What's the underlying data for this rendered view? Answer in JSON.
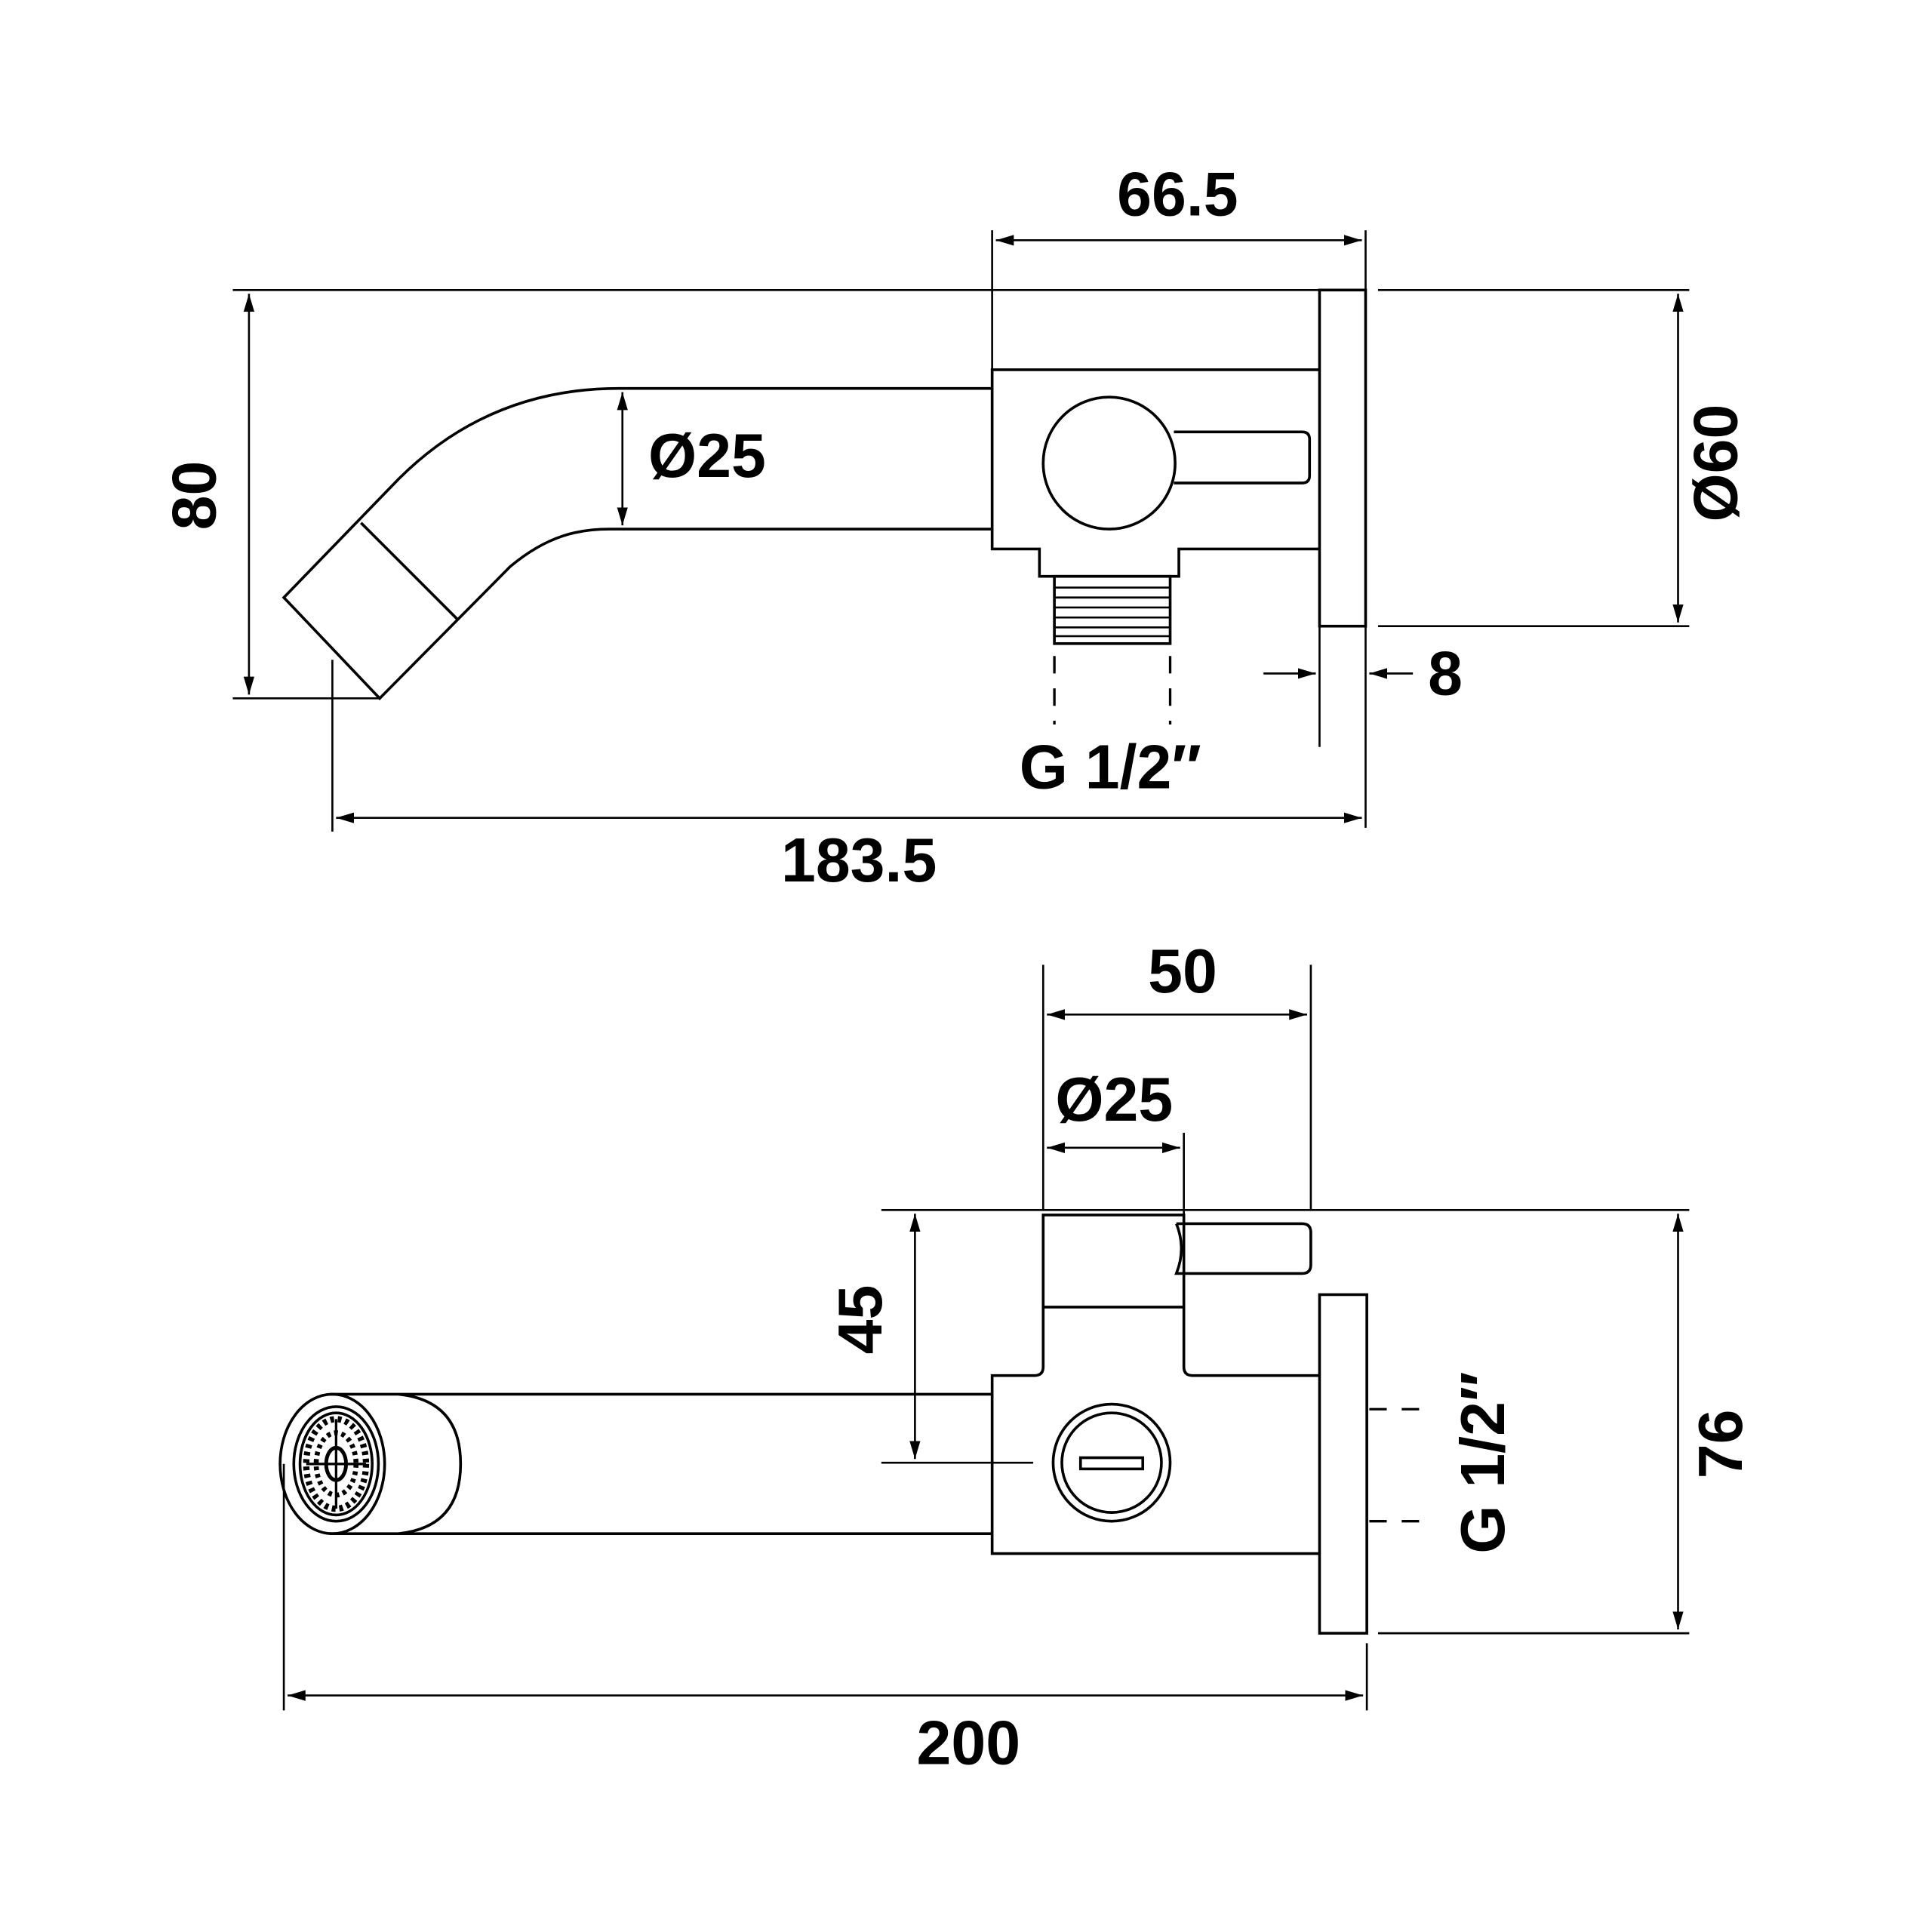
{
  "side_view": {
    "dim_body_depth": "66.5",
    "dim_height": "80",
    "dim_spout_diameter": "Ø25",
    "dim_plate_diameter": "Ø60",
    "dim_plate_thickness": "8",
    "dim_thread": "G 1/2″",
    "dim_total_projection": "183.5"
  },
  "top_view": {
    "dim_lever_length": "50",
    "dim_handle_diameter": "Ø25",
    "dim_lever_offset": "45",
    "dim_width": "76",
    "dim_thread": "G 1/2″",
    "dim_total_length": "200"
  }
}
